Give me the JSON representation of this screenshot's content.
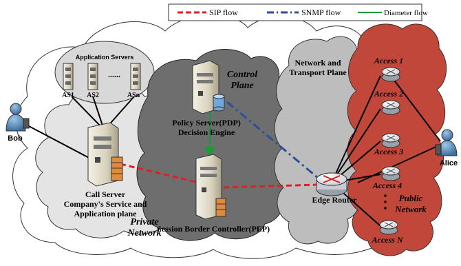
{
  "legend": {
    "sip": "SIP flow",
    "snmp": "SNMP flow",
    "diameter": "Diameter flow"
  },
  "colors": {
    "sip": "#e02020",
    "snmp": "#2b4f9e",
    "diameter": "#1a9a3a",
    "public_cloud": "#c0473a",
    "control_cloud": "#6e6e6e",
    "transport_cloud": "#bdbdbd",
    "private_cloud": "#e6e6e6"
  },
  "labels": {
    "app_servers": "Application Servers",
    "as1": "AS1",
    "as2": "AS2",
    "asn": "ASn",
    "dots": "......",
    "bob": "Bob",
    "alice": "Alice",
    "call_server_line1": "Call Server",
    "call_server_line2": "Company's Service and",
    "call_server_line3": "Application plane",
    "private_network_line1": "Private",
    "private_network_line2": "Network",
    "control_plane_line1": "Control",
    "control_plane_line2": "Plane",
    "pdp_line1": "Policy Server(PDP)",
    "pdp_line2": "Decision Engine",
    "sbc": "Session Border Controller(PEP)",
    "transport_line1": "Network and",
    "transport_line2": "Transport Plane",
    "edge_router": "Edge Router",
    "public_network_line1": "Public",
    "public_network_line2": "Network",
    "access": [
      "Access 1",
      "Access 2",
      "Access 3",
      "Access 4",
      "Access N"
    ]
  }
}
